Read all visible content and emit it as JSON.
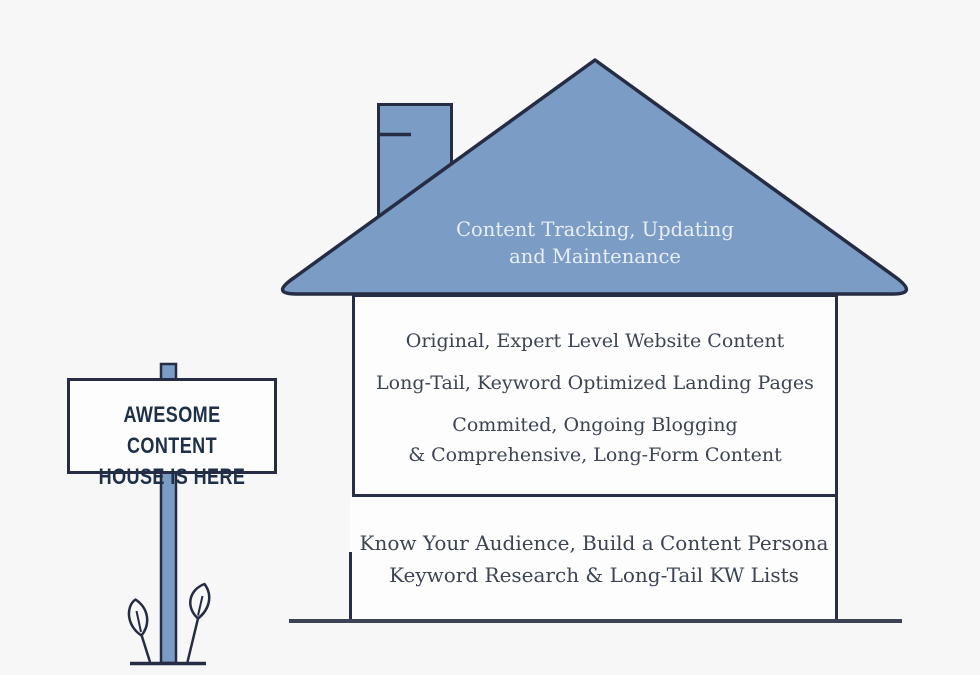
{
  "canvas": {
    "background": "#f7f7f8"
  },
  "colors": {
    "house_blue": "#7b9cc4",
    "outline_navy": "#252c44",
    "box_border": "#272e46",
    "ground_gray": "#3d4254",
    "body_text": "#3c4454",
    "roof_text": "#e9eef6",
    "sign_text": "#1e3048",
    "box_white": "#fdfdfd"
  },
  "roof": {
    "label": "Content Tracking, Updating\nand Maintenance"
  },
  "walls": {
    "items": [
      "Original, Expert Level Website Content",
      "Long-Tail, Keyword Optimized Landing Pages",
      "Commited, Ongoing Blogging\n& Comprehensive, Long-Form Content"
    ]
  },
  "foundation": {
    "items": [
      "Know Your Audience, Build a Content Persona",
      "Keyword Research & Long-Tail KW Lists"
    ]
  },
  "sign": {
    "label": "AWESOME CONTENT\nHOUSE IS HERE"
  },
  "icons": {
    "chimney": "house-chimney-shape",
    "sprout_left": "leaf-outline",
    "sprout_right": "leaf-outline"
  }
}
